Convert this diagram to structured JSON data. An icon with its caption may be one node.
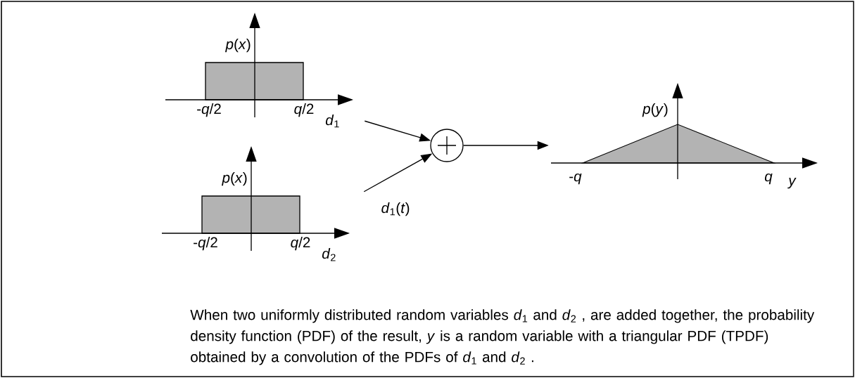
{
  "diagram": {
    "caption": "When two uniformly distributed random variables *d*$_{1}$ and *d*$_{2}$ , are added together, the probability density function (PDF) of the result, *y* is a random variable with a triangular PDF (TPDF) obtained by a convolution of the PDFs of *d*$_{1}$ and *d*$_{2}$ .",
    "nodes": [
      {
        "text": [
          "*p*(*x*)",
          "-*q*/2",
          "*q*/2",
          "*d*$_{1}$"
        ]
      },
      {
        "text": [
          "*p*(*x*)",
          "-*q*/2",
          "*q*/2",
          "*d*$_{2}$"
        ]
      },
      {
        "text": [],
        "shape": "circle"
      },
      {
        "text": [
          "*p*(*y*)",
          "-*q*",
          "*q*",
          "*y*"
        ]
      }
    ],
    "edges": [
      {
        "from": 0,
        "to": 2,
        "arrow": "to"
      },
      {
        "from": 1,
        "to": 2,
        "arrow": "to",
        "label": "*d*$_{1}$(*t*)"
      },
      {
        "from": 2,
        "to": 3,
        "arrow": "to"
      }
    ]
  }
}
